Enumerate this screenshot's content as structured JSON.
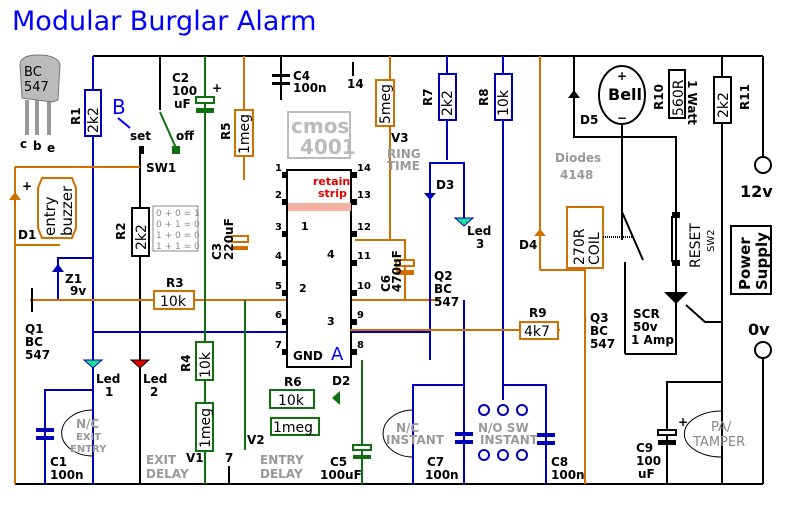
{
  "title": "Modular Burglar Alarm",
  "transistor_pinout": {
    "body": "BC 547",
    "line1": "BC",
    "line2": "547",
    "pins": [
      "c",
      "b",
      "e"
    ]
  },
  "chip": {
    "name": "cmos",
    "number": "4001",
    "gnd_label": "GND",
    "marker": "A",
    "retain_label_1": "retain",
    "retain_label_2": "strip",
    "pins_left": [
      "1",
      "2",
      "3",
      "4",
      "5",
      "6",
      "7"
    ],
    "pins_right": [
      "14",
      "13",
      "12",
      "11",
      "10",
      "9",
      "8"
    ],
    "gates": [
      "1",
      "2",
      "3",
      "4"
    ]
  },
  "truth_table": [
    "0 + 0 = 1",
    "0 + 1 = 0",
    "1 + 0 = 0",
    "1 + 1 = 0"
  ],
  "marker_b": "B",
  "switch_sw1": {
    "name": "SW1",
    "set": "set",
    "off": "off"
  },
  "components": {
    "R1": {
      "name": "R1",
      "value": "2k2"
    },
    "R2": {
      "name": "R2",
      "value": "2k2"
    },
    "R3": {
      "name": "R3",
      "value": "10k"
    },
    "R4": {
      "name": "R4",
      "value": "10k"
    },
    "R5": {
      "name": "R5",
      "value": "1meg"
    },
    "R6": {
      "name": "R6",
      "value": "10k"
    },
    "R7": {
      "name": "R7",
      "value": "2k2"
    },
    "R8": {
      "name": "R8",
      "value": "10k"
    },
    "R9": {
      "name": "R9",
      "value": "4k7"
    },
    "R10": {
      "name": "R10",
      "value": "560R",
      "note": "1 Watt"
    },
    "R11": {
      "name": "R11",
      "value": "2k2"
    },
    "V1": {
      "name": "V1",
      "value": "1meg"
    },
    "V2": {
      "name": "V2",
      "value": "1meg"
    },
    "V3": {
      "name": "V3",
      "value": "5meg"
    },
    "C1": {
      "name": "C1",
      "value": "100n"
    },
    "C2": {
      "name": "C2",
      "value1": "100",
      "value2": "uF"
    },
    "C3": {
      "name": "C3",
      "value": "220uF"
    },
    "C4": {
      "name": "C4",
      "value": "100n"
    },
    "C5": {
      "name": "C5",
      "value": "100uF"
    },
    "C6": {
      "name": "C6",
      "value": "470uF"
    },
    "C7": {
      "name": "C7",
      "value": "100n"
    },
    "C8": {
      "name": "C8",
      "value": "100n"
    },
    "C9": {
      "name": "C9",
      "value1": "100",
      "value2": "uF"
    },
    "D1": {
      "name": "D1"
    },
    "D2": {
      "name": "D2"
    },
    "D3": {
      "name": "D3"
    },
    "D4": {
      "name": "D4"
    },
    "D5": {
      "name": "D5"
    },
    "Z1": {
      "name": "Z1",
      "value": "9v"
    },
    "Q1": {
      "name": "Q1",
      "l1": "BC",
      "l2": "547"
    },
    "Q2": {
      "name": "Q2",
      "l1": "BC",
      "l2": "547"
    },
    "Q3": {
      "name": "Q3",
      "l1": "BC",
      "l2": "547"
    },
    "Led1": {
      "l1": "Led",
      "l2": "1"
    },
    "Led2": {
      "l1": "Led",
      "l2": "2"
    },
    "Led3": {
      "l1": "Led",
      "l2": "3"
    },
    "SCR": {
      "l1": "SCR",
      "l2": "50v",
      "l3": "1 Amp"
    },
    "coil": {
      "l1": "270R",
      "l2": "COIL"
    },
    "bell": {
      "label": "Bell",
      "plus": "+",
      "minus": "−"
    },
    "reset": {
      "label": "RESET",
      "sw": "SW2"
    }
  },
  "labels": {
    "entry_buzzer_1": "entry",
    "entry_buzzer_2": "buzzer",
    "exit_delay_1": "EXIT",
    "exit_delay_2": "DELAY",
    "entry_delay_1": "ENTRY",
    "entry_delay_2": "DELAY",
    "ring_time_1": "RING",
    "ring_time_2": "TIME",
    "diodes_1": "Diodes",
    "diodes_2": "4148",
    "nc_exit_1": "N/C",
    "nc_exit_2": "EXIT",
    "nc_exit_3": "ENTRY",
    "nc_inst_1": "N/C",
    "nc_inst_2": "INSTANT",
    "no_inst_1": "N/O SW",
    "no_inst_2": "INSTANT",
    "pa_1": "PA/",
    "pa_2": "TAMPER",
    "v12": "12v",
    "v0": "0v",
    "ps_1": "Power",
    "ps_2": "Supply",
    "pin14": "14",
    "pin7": "7",
    "plus": "+"
  }
}
